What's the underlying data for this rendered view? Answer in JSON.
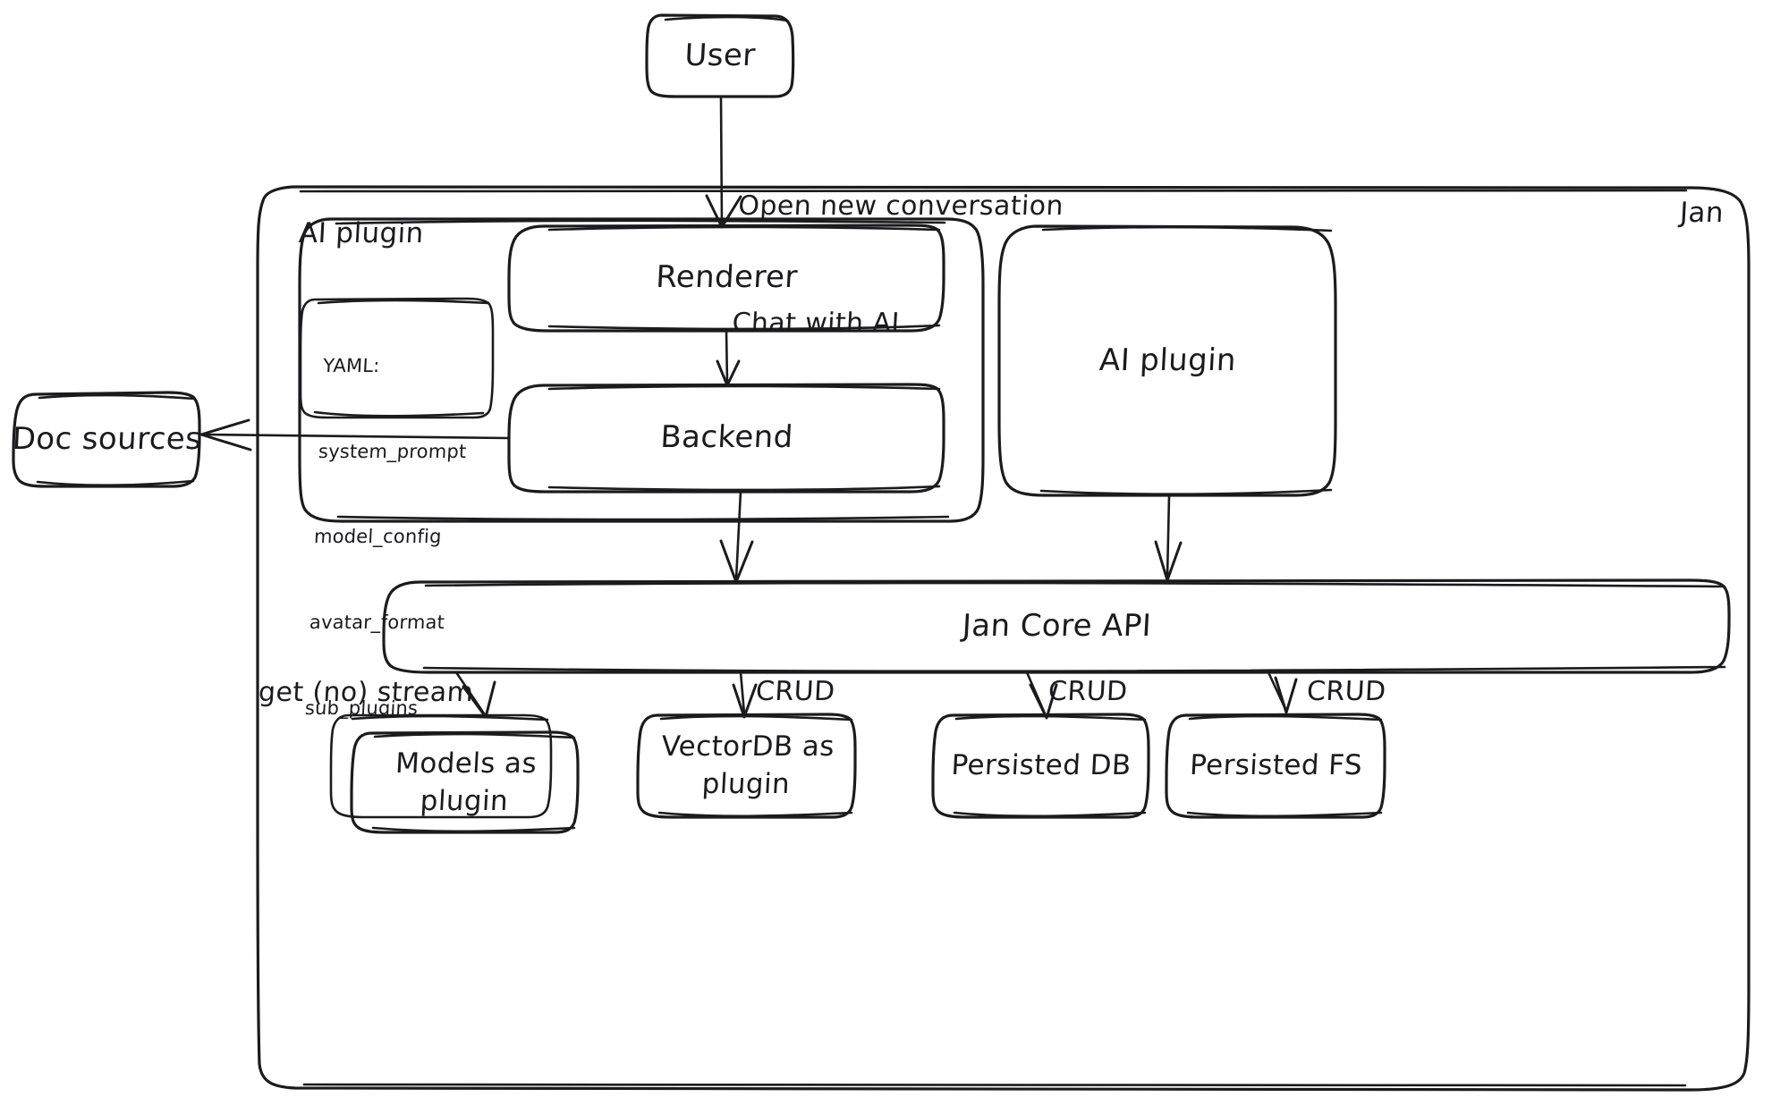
{
  "diagram": {
    "title_node": "User",
    "containers": [
      {
        "id": "jan",
        "label": "Jan"
      },
      {
        "id": "ai-plugin-group",
        "label": "AI plugin"
      }
    ],
    "nodes": {
      "user": "User",
      "renderer": "Renderer",
      "backend": "Backend",
      "ai_plugin_right": "AI plugin",
      "jan_core_api": "Jan Core API",
      "doc_sources": "Doc sources",
      "models_plugin": "Models as\nplugin",
      "vectordb_plugin": "VectorDB as\nplugin",
      "persisted_db": "Persisted DB",
      "persisted_fs": "Persisted FS"
    },
    "yaml_card": {
      "header": "YAML:",
      "keys": [
        "system_prompt",
        "model_config",
        "avatar_format",
        "sub_plugins"
      ]
    },
    "edges": [
      {
        "from": "user",
        "to": "renderer",
        "label": "Open new conversation\nChat with AI"
      },
      {
        "from": "renderer",
        "to": "backend",
        "label": ""
      },
      {
        "from": "backend",
        "to": "doc_sources",
        "label": ""
      },
      {
        "from": "backend",
        "to": "jan_core_api",
        "label": ""
      },
      {
        "from": "ai_plugin_right",
        "to": "jan_core_api",
        "label": ""
      },
      {
        "from": "jan_core_api",
        "to": "models_plugin",
        "label": "get (no) stream"
      },
      {
        "from": "jan_core_api",
        "to": "vectordb_plugin",
        "label": "CRUD"
      },
      {
        "from": "jan_core_api",
        "to": "persisted_db",
        "label": "CRUD"
      },
      {
        "from": "jan_core_api",
        "to": "persisted_fs",
        "label": "CRUD"
      }
    ],
    "edge_labels": {
      "user_to_renderer_line1": "Open new conversation",
      "user_to_renderer_line2": "Chat with AI",
      "get_no_stream": "get (no) stream",
      "crud_1": "CRUD",
      "crud_2": "CRUD",
      "crud_3": "CRUD"
    },
    "colors": {
      "stroke": "#1b1b1f",
      "background": "#ffffff"
    }
  }
}
